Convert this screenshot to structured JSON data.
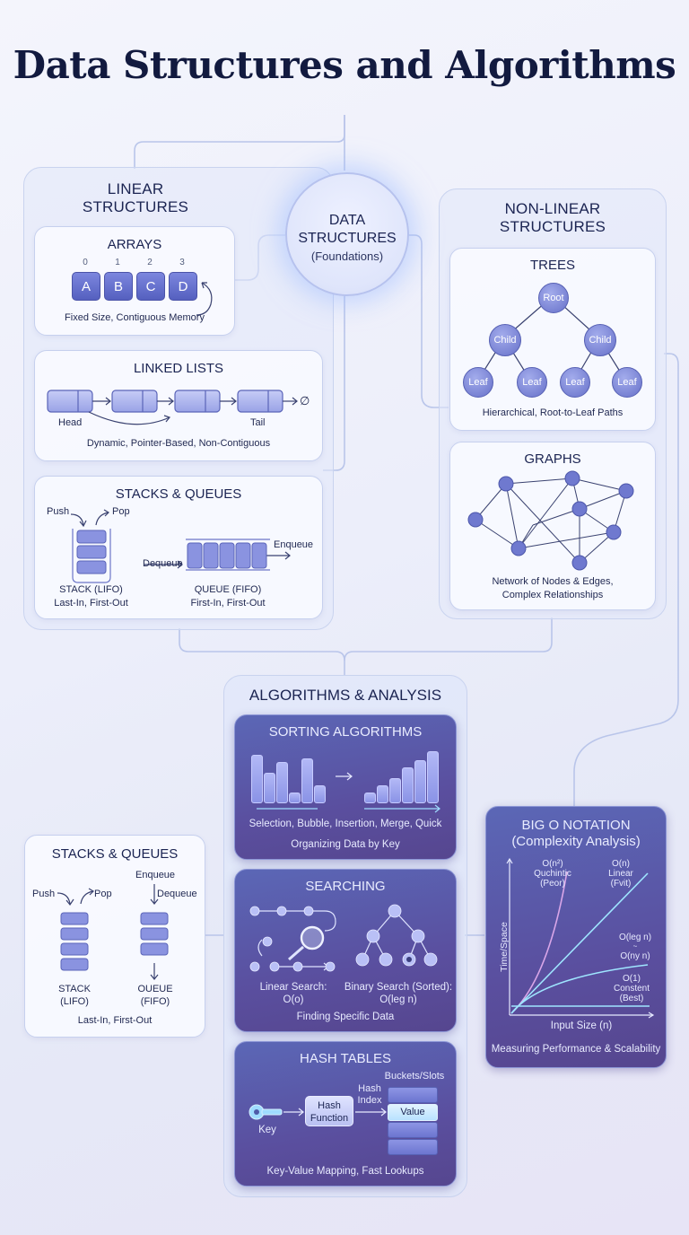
{
  "title": "Data Structures and Algorithms",
  "hub": {
    "label": "DATA\nSTRUCTURES",
    "sub": "(Foundations)"
  },
  "linear": {
    "heading": "LINEAR\nSTRUCTURES",
    "arrays": {
      "title": "ARRAYS",
      "indices": [
        "0",
        "1",
        "2",
        "3"
      ],
      "cells": [
        "A",
        "B",
        "C",
        "D"
      ],
      "caption": "Fixed Size, Contiguous Memory"
    },
    "linked": {
      "title": "LINKED LISTS",
      "head": "Head",
      "tail": "Tail",
      "null_symbol": "∅",
      "caption": "Dynamic, Pointer-Based, Non-Contiguous"
    },
    "stacks": {
      "title": "STACKS & QUEUES",
      "push": "Push",
      "pop": "Pop",
      "enqueue": "Enqueue",
      "dequeue": "Dequeue",
      "stack_label": "STACK (LIFO)",
      "stack_sub": "Last-In, First-Out",
      "queue_label": "QUEUE (FIFO)",
      "queue_sub": "First-In, First-Out"
    }
  },
  "nonlinear": {
    "heading": "NON-LINEAR\nSTRUCTURES",
    "trees": {
      "title": "TREES",
      "root": "Root",
      "child": "Child",
      "leaf": "Leaf",
      "caption": "Hierarchical, Root-to-Leaf Paths"
    },
    "graphs": {
      "title": "GRAPHS",
      "caption": "Network of Nodes & Edges,\nComplex Relationships"
    }
  },
  "algorithms": {
    "heading": "ALGORITHMS & ANALYSIS",
    "sorting": {
      "title": "SORTING ALGORITHMS",
      "before": [
        52,
        32,
        44,
        10,
        48,
        18
      ],
      "after": [
        10,
        18,
        26,
        38,
        46,
        56
      ],
      "list": "Selection, Bubble, Insertion, Merge, Quick",
      "caption": "Organizing Data by Key"
    },
    "searching": {
      "title": "SEARCHING",
      "linear": "Linear Search:\nO(o)",
      "binary": "Binary Search (Sorted):\nO(leg n)",
      "caption": "Finding Specific Data"
    },
    "hash": {
      "title": "HASH TABLES",
      "buckets": "Buckets/Slots",
      "key": "Key",
      "function": "Hash\nFunction",
      "index": "Hash\nIndex",
      "value": "Value",
      "caption": "Key-Value Mapping, Fast Lookups"
    }
  },
  "left_stacks": {
    "title": "STACKS & QUEUES",
    "push": "Push",
    "pop": "Pop",
    "enqueue": "Enqueue",
    "dequeue": "Dequeue",
    "stack_label": "STACK\n(LIFO)",
    "queue_label": "OUEUE\n(FIFO)",
    "caption": "Last-In, First-Out"
  },
  "bigo": {
    "title": "BIG O NOTATION\n(Complexity Analysis)",
    "ylabel": "Time/Space",
    "xlabel": "Input Size (n)",
    "quadratic": "O(n²)\nQuchintic\n(Peor)",
    "linear": "O(n)\nLinear\n(Fvit)",
    "log1": "O(leg n)",
    "log_sep": "~",
    "log2": "O(ny n)",
    "constant": "O(1)\nConstent\n(Best)",
    "caption": "Measuring Performance & Scalability"
  },
  "colors": {
    "title": "#121a3f",
    "node": "#6771c9",
    "dark_card": "#5a4f9f",
    "accent": "#9fdcff",
    "quadratic_curve": "#d9a6e8"
  }
}
